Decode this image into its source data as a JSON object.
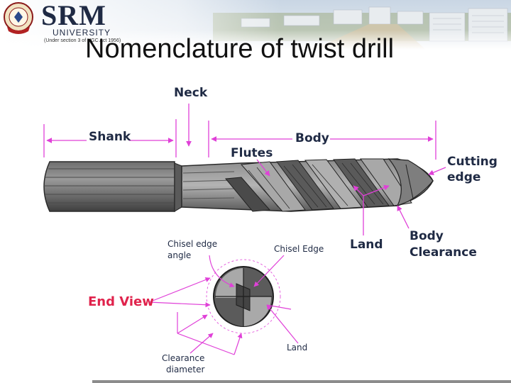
{
  "header": {
    "logo_text": "SRM",
    "logo_university": "UNIVERSITY",
    "logo_subtitle": "(Under section 3 of UGC Act 1956)",
    "title": "Nomenclature of twist drill"
  },
  "diagram": {
    "labels": {
      "neck": "Neck",
      "shank": "Shank",
      "body": "Body",
      "flutes": "Flutes",
      "cutting_edge_1": "Cutting",
      "cutting_edge_2": "edge",
      "land": "Land",
      "body_clearance_1": "Body",
      "body_clearance_2": "Clearance",
      "chisel_edge_angle_1": "Chisel edge",
      "chisel_edge_angle_2": "angle",
      "chisel_edge": "Chisel Edge",
      "end_view": "End View",
      "end_land": "Land",
      "clearance_diameter_1": "Clearance",
      "clearance_diameter_2": "diameter"
    }
  },
  "colors": {
    "dimension_lines": "#e040d8",
    "end_view_label": "#e0234c",
    "label_text": "#1f2a44"
  }
}
